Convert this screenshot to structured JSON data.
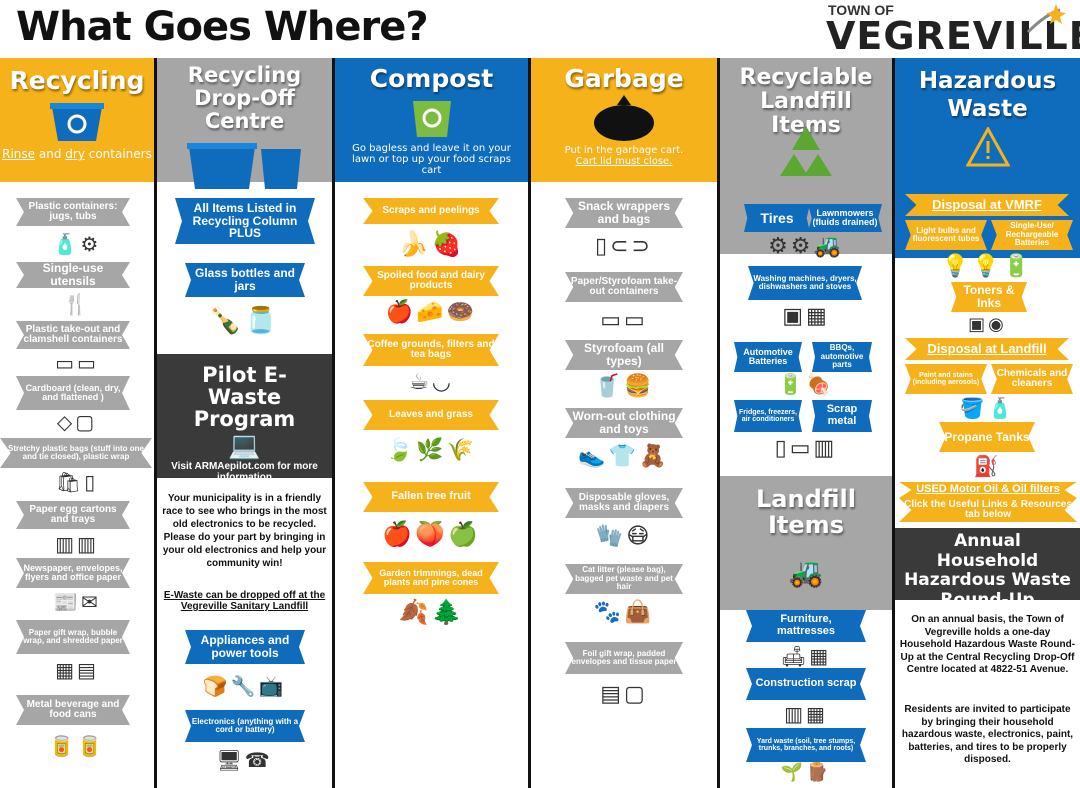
{
  "title": "What Goes Where?",
  "logo": {
    "town_of": "TOWN OF",
    "name": "VEGREVILLE"
  },
  "colors": {
    "orange": "#f6b21a",
    "gray": "#a6a6a6",
    "blue": "#0f6cbd",
    "dark": "#3a3a3a"
  },
  "recycling": {
    "title": "Recycling",
    "sub_rinse": "Rinse",
    "sub_and": " and ",
    "sub_dry": "dry",
    "sub_rest": " containers",
    "items": [
      "Plastic containers: jugs, tubs",
      "Single-use utensils",
      "Plastic take-out and clamshell containers",
      "Cardboard (clean, dry, and flattened )",
      "Stretchy plastic bags (stuff into one and tie closed), plastic wrap",
      "Paper egg cartons and trays",
      "Newspaper, envelopes, flyers and office paper",
      "Paper gift wrap, bubble wrap, and shredded paper",
      "Metal beverage and food cans"
    ]
  },
  "dropoff": {
    "title": "Recycling Drop-Off Centre",
    "items": [
      "All Items Listed in Recycling Column PLUS",
      "Glass bottles and jars"
    ],
    "ewaste_title": "Pilot E-Waste Program",
    "ewaste_visit": "Visit ARMAepilot.com for more information",
    "ewaste_body": "Your municipality is in a friendly race to see who brings in the most old electronics to be recycled. Please do your part by bringing in your old electronics and help your community win!",
    "ewaste_drop": "E-Waste can be dropped off at the Vegreville Sanitary Landfill",
    "appliances": "Appliances and power tools",
    "electronics": "Electronics (anything with a cord or battery)"
  },
  "compost": {
    "title": "Compost",
    "sub": "Go bagless and leave it on your lawn or top up your food scraps cart",
    "items": [
      "Scraps and peelings",
      "Spoiled food and dairy products",
      "Coffee grounds, filters and tea bags",
      "Leaves and grass",
      "Fallen tree fruit",
      "Garden trimmings, dead plants and pine cones"
    ]
  },
  "garbage": {
    "title": "Garbage",
    "sub1": "Put in the garbage cart.",
    "sub2": "Cart lid must close.",
    "items": [
      "Snack wrappers and bags",
      "Paper/Styrofoam take-out containers",
      "Styrofoam (all types)",
      "Worn-out clothing and toys",
      "Disposable gloves, masks and diapers",
      "Cat litter (please bag), bagged pet waste and pet hair",
      "Foil gift wrap, padded envelopes and tissue paper"
    ]
  },
  "landfill": {
    "title": "Recyclable Landfill Items",
    "tires": "Tires",
    "lawnmowers": "Lawnmowers (fluids drained)",
    "washing": "Washing machines, dryers, dishwashers and stoves",
    "batteries": "Automotive Batteries",
    "bbqs": "BBQs, automotive parts",
    "fridges": "Fridges, freezers, air conditioners",
    "scrap": "Scrap metal",
    "landfill_title": "Landfill Items",
    "furniture": "Furniture, mattresses",
    "construction": "Construction scrap",
    "yard": "Yard waste (soil, tree stumps, trunks, branches, and roots)"
  },
  "hazardous": {
    "title": "Hazardous Waste",
    "vmrf": "Disposal at VMRF",
    "bulbs": "Light bulbs and fluorescent tubes",
    "batteries": "Single-Use/ Rechargeable Batteries",
    "toners": "Toners & Inks",
    "landfill": "Disposal at Landfill",
    "paint": "Paint and stains (including aerosols)",
    "chemicals": "Chemicals and cleaners",
    "propane": "Propane Tanks",
    "oil": "USED Motor Oil & Oil filters",
    "links": "Click the Useful Links & Resources tab below",
    "roundup_title": "Annual Household Hazardous Waste Round-Up",
    "roundup_p1": "On an annual basis, the Town of Vegreville holds a one-day Household Hazardous Waste Round-Up at the Central Recycling Drop-Off Centre located at 4822-51 Avenue.",
    "roundup_p2": "Residents are invited to participate by bringing their household hazardous waste, electronics, paint, batteries, and tires to be properly disposed."
  }
}
